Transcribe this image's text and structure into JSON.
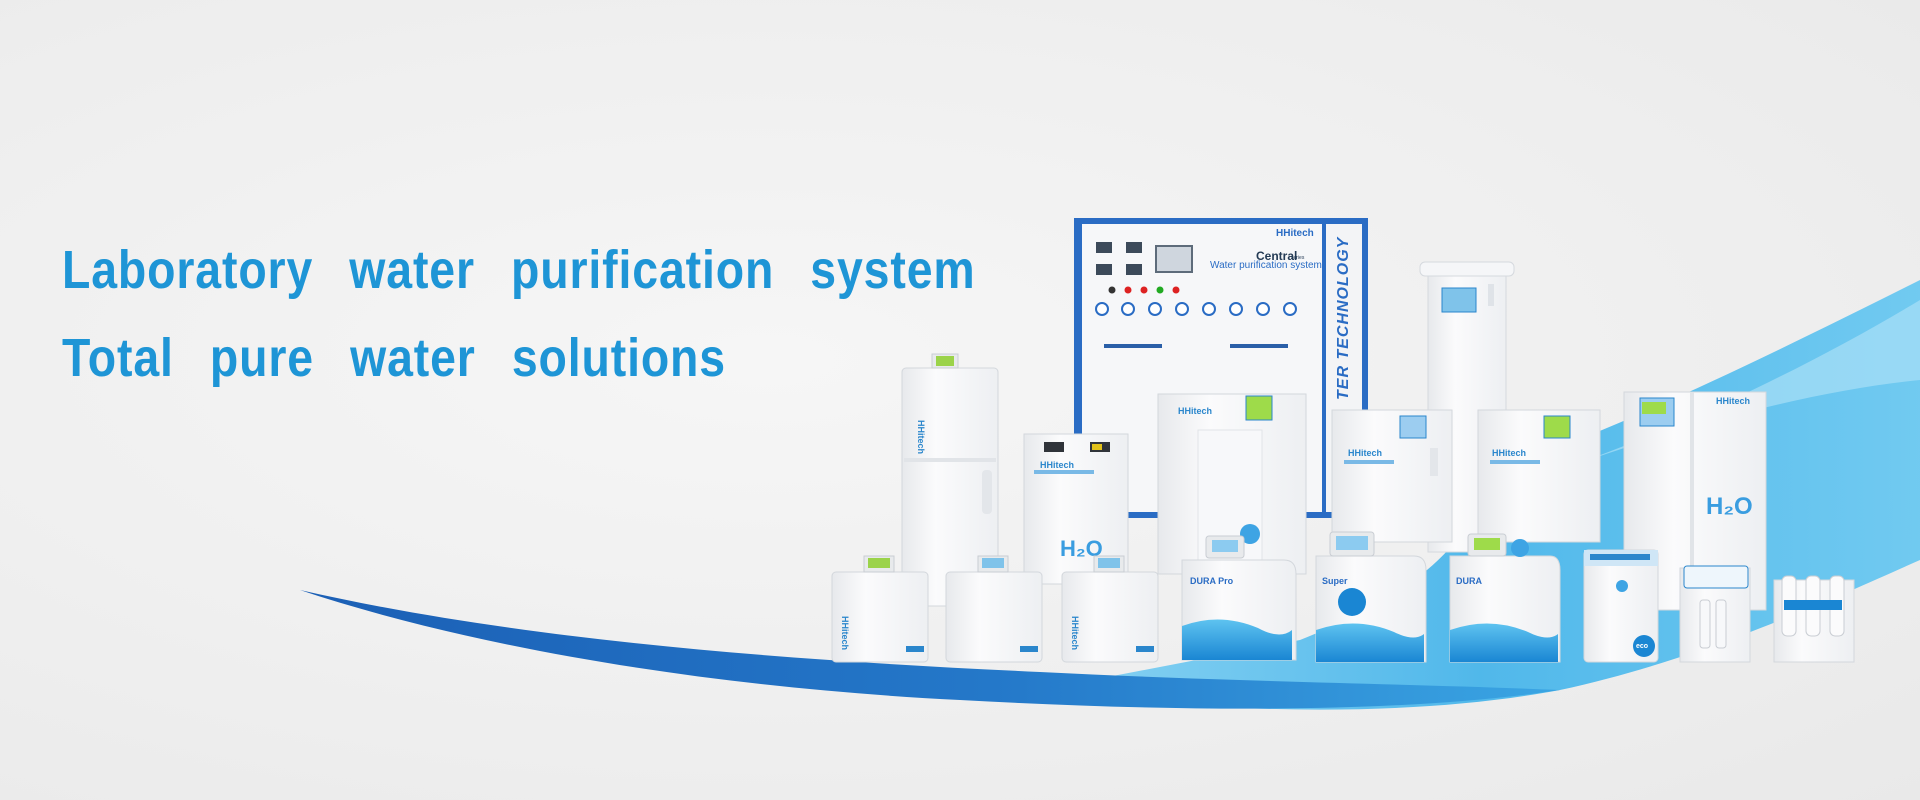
{
  "hero": {
    "headline_line1": "Laboratory water purification system",
    "headline_line2": "Total pure water solutions"
  },
  "central_cabinet": {
    "brand": "HHitech",
    "model": "Central",
    "model_suffix": "series",
    "subtitle": "Water purification system",
    "side_text": "TER TECHNOLOGY"
  },
  "unit_labels": {
    "brand": "HHitech",
    "h2o": "H₂O",
    "dura_pro": "DURA Pro",
    "super": "Super",
    "dura": "DURA",
    "eco": "eco"
  },
  "colors": {
    "accent": "#1e95d6",
    "panel_blue": "#2a6cc4",
    "swoosh_dark": "#1f64b8",
    "swoosh_light": "#45b6ea",
    "unit_white": "#f7f8fa"
  }
}
